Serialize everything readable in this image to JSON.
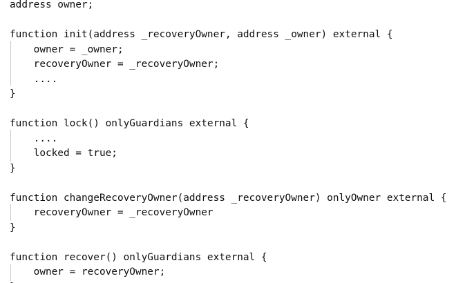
{
  "colors": {
    "background": "#ffffff",
    "text": "#0d0d0d",
    "indent_guide": "#c9c9c9"
  },
  "code": {
    "lines": [
      "address owner;",
      "",
      "function init(address _recoveryOwner, address _owner) external {",
      "    owner = _owner;",
      "    recoveryOwner = _recoveryOwner;",
      "    ....",
      "}",
      "",
      "function lock() onlyGuardians external {",
      "    ....",
      "    locked = true;",
      "}",
      "",
      "function changeRecoveryOwner(address _recoveryOwner) onlyOwner external {",
      "    recoveryOwner = _recoveryOwner",
      "}",
      "",
      "function recover() onlyGuardians external {",
      "    owner = recoveryOwner;",
      "}"
    ]
  }
}
